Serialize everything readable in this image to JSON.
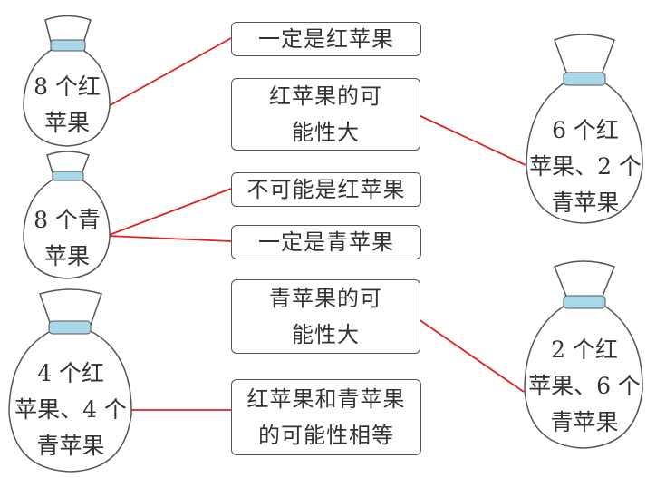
{
  "bags": {
    "red8": [
      "8 个红",
      "苹果"
    ],
    "green8": [
      "8 个青",
      "苹果"
    ],
    "red4green4": [
      "4 个红",
      "苹果、4 个",
      "青苹果"
    ],
    "red6green2": [
      "6 个红",
      "苹果、2 个",
      "青苹果"
    ],
    "red2green6": [
      "2 个红",
      "苹果、6 个",
      "青苹果"
    ]
  },
  "boxes": {
    "surely_red": [
      "一定是红苹果"
    ],
    "red_more_likely": [
      "红苹果的可",
      "能性大"
    ],
    "impossible_red": [
      "不可能是红苹果"
    ],
    "surely_green": [
      "一定是青苹果"
    ],
    "green_more_likely": [
      "青苹果的可",
      "能性大"
    ],
    "equal": [
      "红苹果和青苹果",
      "的可能性相等"
    ]
  },
  "colors": {
    "line": "#e02020",
    "tie": "#a8d8ea",
    "outline": "#555555"
  }
}
